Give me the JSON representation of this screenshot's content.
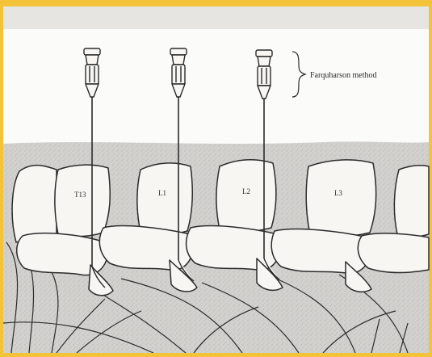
{
  "figure": {
    "annotation": "Farquharson method",
    "vertebrae": [
      "T13",
      "L1",
      "L2",
      "L3"
    ],
    "needle_count": 3
  },
  "colors": {
    "frame": "#f3c33a",
    "panel": "#fbfbf9",
    "tissue": "#d3d2cf",
    "bone": "#f7f6f3",
    "ink": "#2b2b2b"
  }
}
